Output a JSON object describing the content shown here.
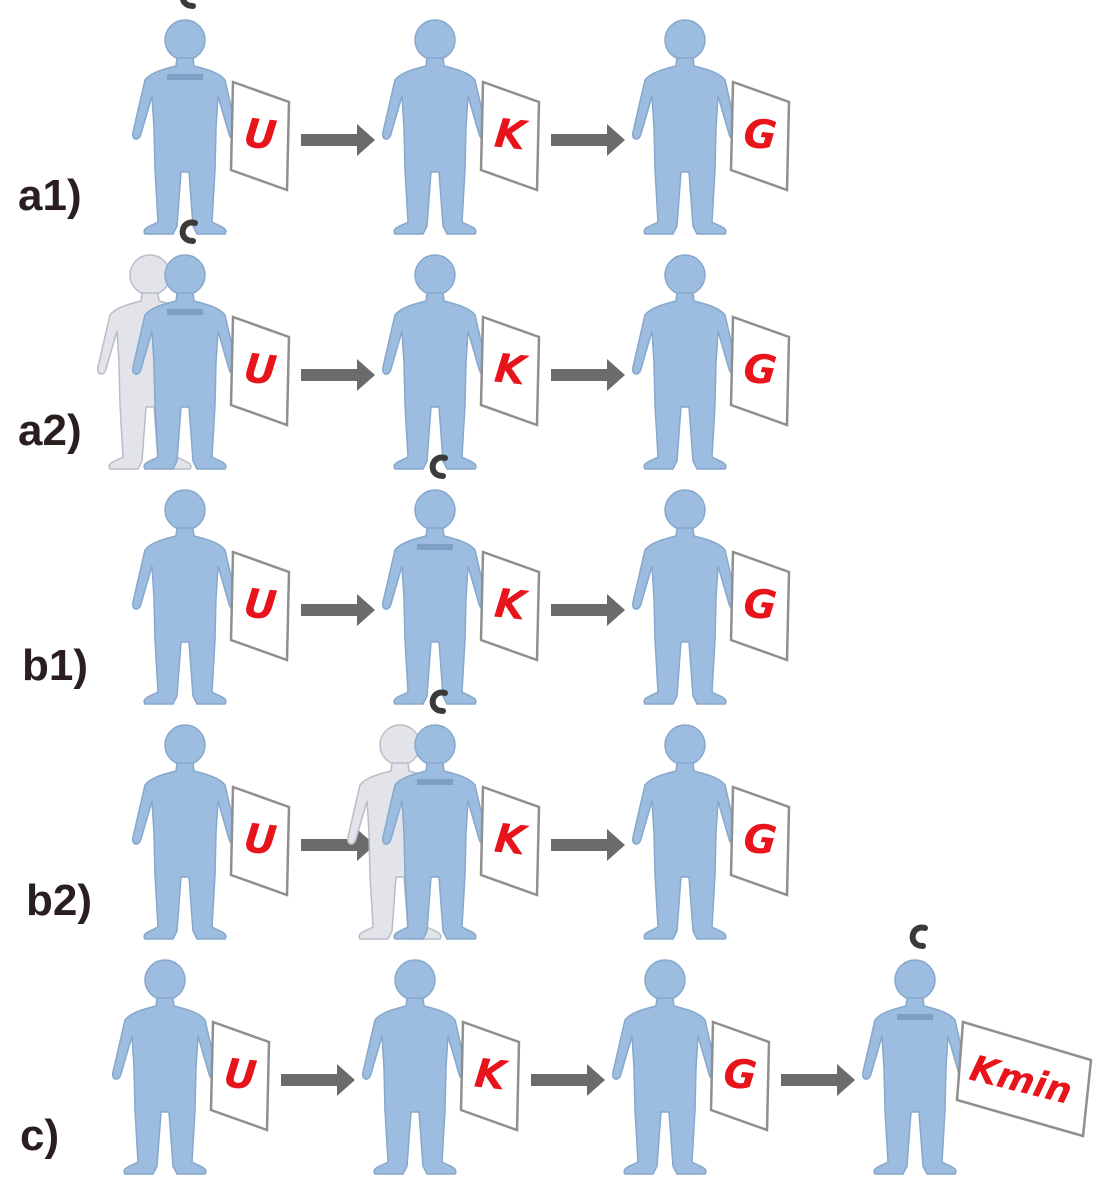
{
  "rows": [
    {
      "label": "a1)",
      "signs": [
        "U",
        "K",
        "G"
      ],
      "marker_index": 0,
      "ghost_index": null
    },
    {
      "label": "a2)",
      "signs": [
        "U",
        "K",
        "G"
      ],
      "marker_index": 0,
      "ghost_index": 0
    },
    {
      "label": "b1)",
      "signs": [
        "U",
        "K",
        "G"
      ],
      "marker_index": 1,
      "ghost_index": null
    },
    {
      "label": "b2)",
      "signs": [
        "U",
        "K",
        "G"
      ],
      "marker_index": 1,
      "ghost_index": 1
    },
    {
      "label": "c)",
      "signs": [
        "U",
        "K",
        "G",
        "Kmin"
      ],
      "marker_index": 3,
      "ghost_index": null
    }
  ],
  "marker_glyph": "C",
  "colors": {
    "figure": "#9cbde0",
    "ghost": "#e2e4ea",
    "sign_text": "#e8141c",
    "arrow": "#6b6b6b",
    "label": "#2a1e1e"
  }
}
